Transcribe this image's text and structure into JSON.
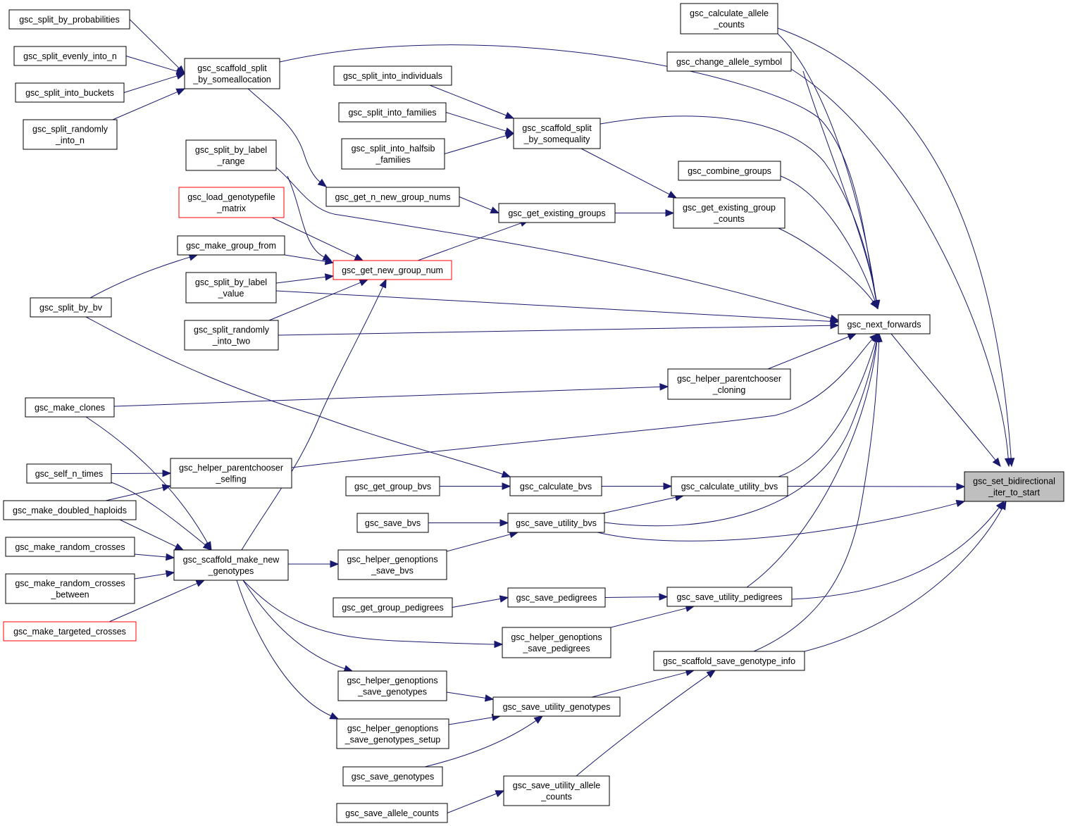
{
  "colors": {
    "edge": "#191970",
    "node_border": "#000000",
    "highlight_border": "#ff0000",
    "focus_fill": "#bfbfbf"
  },
  "nodes": {
    "n_set_bidir": {
      "lines": [
        "gsc_set_bidirectional",
        "_iter_to_start"
      ],
      "style": "focus"
    },
    "n_next_forwards": {
      "lines": [
        "gsc_next_forwards"
      ]
    },
    "n_calc_allele_counts": {
      "lines": [
        "gsc_calculate_allele",
        "_counts"
      ]
    },
    "n_change_allele_symbol": {
      "lines": [
        "gsc_change_allele_symbol"
      ]
    },
    "n_split_by_prob": {
      "lines": [
        "gsc_split_by_probabilities"
      ]
    },
    "n_split_evenly": {
      "lines": [
        "gsc_split_evenly_into_n"
      ]
    },
    "n_split_buckets": {
      "lines": [
        "gsc_split_into_buckets"
      ]
    },
    "n_split_randomly_n": {
      "lines": [
        "gsc_split_randomly",
        "_into_n"
      ]
    },
    "n_scaffold_alloc": {
      "lines": [
        "gsc_scaffold_split",
        "_by_someallocation"
      ]
    },
    "n_split_individuals": {
      "lines": [
        "gsc_split_into_individuals"
      ]
    },
    "n_split_families": {
      "lines": [
        "gsc_split_into_families"
      ]
    },
    "n_split_halfsib": {
      "lines": [
        "gsc_split_into_halfsib",
        "_families"
      ]
    },
    "n_scaffold_quality": {
      "lines": [
        "gsc_scaffold_split",
        "_by_somequality"
      ]
    },
    "n_combine_groups": {
      "lines": [
        "gsc_combine_groups"
      ]
    },
    "n_split_label_range": {
      "lines": [
        "gsc_split_by_label",
        "_range"
      ]
    },
    "n_get_n_new_nums": {
      "lines": [
        "gsc_get_n_new_group_nums"
      ]
    },
    "n_get_existing_groups": {
      "lines": [
        "gsc_get_existing_groups"
      ]
    },
    "n_get_existing_counts": {
      "lines": [
        "gsc_get_existing_group",
        "_counts"
      ]
    },
    "n_load_genotypefile": {
      "lines": [
        "gsc_load_genotypefile",
        "_matrix"
      ],
      "style": "red"
    },
    "n_make_group_from": {
      "lines": [
        "gsc_make_group_from"
      ]
    },
    "n_get_new_group_num": {
      "lines": [
        "gsc_get_new_group_num"
      ],
      "style": "red"
    },
    "n_split_label_value": {
      "lines": [
        "gsc_split_by_label",
        "_value"
      ]
    },
    "n_split_by_bv": {
      "lines": [
        "gsc_split_by_bv"
      ]
    },
    "n_split_randomly_two": {
      "lines": [
        "gsc_split_randomly",
        "_into_two"
      ]
    },
    "n_helper_cloning": {
      "lines": [
        "gsc_helper_parentchooser",
        "_cloning"
      ]
    },
    "n_make_clones": {
      "lines": [
        "gsc_make_clones"
      ]
    },
    "n_self_n_times": {
      "lines": [
        "gsc_self_n_times"
      ]
    },
    "n_helper_selfing": {
      "lines": [
        "gsc_helper_parentchooser",
        "_selfing"
      ]
    },
    "n_get_group_bvs": {
      "lines": [
        "gsc_get_group_bvs"
      ]
    },
    "n_calculate_bvs": {
      "lines": [
        "gsc_calculate_bvs"
      ]
    },
    "n_calc_utility_bvs": {
      "lines": [
        "gsc_calculate_utility_bvs"
      ]
    },
    "n_make_doubled": {
      "lines": [
        "gsc_make_doubled_haploids"
      ]
    },
    "n_save_bvs": {
      "lines": [
        "gsc_save_bvs"
      ]
    },
    "n_save_utility_bvs": {
      "lines": [
        "gsc_save_utility_bvs"
      ]
    },
    "n_make_random_crosses": {
      "lines": [
        "gsc_make_random_crosses"
      ]
    },
    "n_scaffold_make_new": {
      "lines": [
        "gsc_scaffold_make_new",
        "_genotypes"
      ]
    },
    "n_helper_save_bvs": {
      "lines": [
        "gsc_helper_genoptions",
        "_save_bvs"
      ]
    },
    "n_make_random_between": {
      "lines": [
        "gsc_make_random_crosses",
        "_between"
      ]
    },
    "n_get_group_pedigrees": {
      "lines": [
        "gsc_get_group_pedigrees"
      ]
    },
    "n_save_pedigrees": {
      "lines": [
        "gsc_save_pedigrees"
      ]
    },
    "n_save_utility_pedigrees": {
      "lines": [
        "gsc_save_utility_pedigrees"
      ]
    },
    "n_make_targeted": {
      "lines": [
        "gsc_make_targeted_crosses"
      ],
      "style": "red"
    },
    "n_helper_save_pedigrees": {
      "lines": [
        "gsc_helper_genoptions",
        "_save_pedigrees"
      ]
    },
    "n_scaffold_save_info": {
      "lines": [
        "gsc_scaffold_save_genotype_info"
      ]
    },
    "n_helper_save_genotypes": {
      "lines": [
        "gsc_helper_genoptions",
        "_save_genotypes"
      ]
    },
    "n_save_utility_genotypes": {
      "lines": [
        "gsc_save_utility_genotypes"
      ]
    },
    "n_helper_save_geno_setup": {
      "lines": [
        "gsc_helper_genoptions",
        "_save_genotypes_setup"
      ]
    },
    "n_save_genotypes": {
      "lines": [
        "gsc_save_genotypes"
      ]
    },
    "n_save_utility_allele": {
      "lines": [
        "gsc_save_utility_allele",
        "_counts"
      ]
    },
    "n_save_allele_counts": {
      "lines": [
        "gsc_save_allele_counts"
      ]
    }
  },
  "edges": [
    [
      "n_next_forwards",
      "n_set_bidir"
    ],
    [
      "n_calc_allele_counts",
      "n_set_bidir"
    ],
    [
      "n_calc_allele_counts",
      "n_next_forwards"
    ],
    [
      "n_change_allele_symbol",
      "n_set_bidir"
    ],
    [
      "n_change_allele_symbol",
      "n_next_forwards"
    ],
    [
      "n_split_by_prob",
      "n_scaffold_alloc"
    ],
    [
      "n_split_evenly",
      "n_scaffold_alloc"
    ],
    [
      "n_split_buckets",
      "n_scaffold_alloc"
    ],
    [
      "n_split_randomly_n",
      "n_scaffold_alloc"
    ],
    [
      "n_scaffold_alloc",
      "n_next_forwards"
    ],
    [
      "n_scaffold_alloc",
      "n_get_n_new_nums"
    ],
    [
      "n_split_individuals",
      "n_scaffold_quality"
    ],
    [
      "n_split_families",
      "n_scaffold_quality"
    ],
    [
      "n_split_halfsib",
      "n_scaffold_quality"
    ],
    [
      "n_scaffold_quality",
      "n_next_forwards"
    ],
    [
      "n_scaffold_quality",
      "n_get_existing_counts"
    ],
    [
      "n_combine_groups",
      "n_next_forwards"
    ],
    [
      "n_get_n_new_nums",
      "n_get_existing_groups"
    ],
    [
      "n_get_existing_groups",
      "n_get_existing_counts"
    ],
    [
      "n_get_existing_counts",
      "n_next_forwards"
    ],
    [
      "n_split_label_range",
      "n_next_forwards"
    ],
    [
      "n_split_label_range",
      "n_get_new_group_num"
    ],
    [
      "n_load_genotypefile",
      "n_get_new_group_num"
    ],
    [
      "n_make_group_from",
      "n_get_new_group_num"
    ],
    [
      "n_split_label_value",
      "n_get_new_group_num"
    ],
    [
      "n_split_label_value",
      "n_next_forwards"
    ],
    [
      "n_split_randomly_two",
      "n_get_new_group_num"
    ],
    [
      "n_split_randomly_two",
      "n_next_forwards"
    ],
    [
      "n_split_by_bv",
      "n_make_group_from"
    ],
    [
      "n_split_by_bv",
      "n_calculate_bvs"
    ],
    [
      "n_get_new_group_num",
      "n_get_existing_groups"
    ],
    [
      "n_helper_cloning",
      "n_next_forwards"
    ],
    [
      "n_make_clones",
      "n_helper_cloning"
    ],
    [
      "n_make_clones",
      "n_scaffold_make_new"
    ],
    [
      "n_helper_selfing",
      "n_next_forwards"
    ],
    [
      "n_self_n_times",
      "n_helper_selfing"
    ],
    [
      "n_self_n_times",
      "n_scaffold_make_new"
    ],
    [
      "n_make_doubled",
      "n_helper_selfing"
    ],
    [
      "n_make_doubled",
      "n_scaffold_make_new"
    ],
    [
      "n_make_random_crosses",
      "n_scaffold_make_new"
    ],
    [
      "n_make_random_between",
      "n_scaffold_make_new"
    ],
    [
      "n_make_targeted",
      "n_scaffold_make_new"
    ],
    [
      "n_scaffold_make_new",
      "n_get_new_group_num"
    ],
    [
      "n_scaffold_make_new",
      "n_helper_save_bvs"
    ],
    [
      "n_scaffold_make_new",
      "n_helper_save_pedigrees"
    ],
    [
      "n_scaffold_make_new",
      "n_helper_save_genotypes"
    ],
    [
      "n_scaffold_make_new",
      "n_helper_save_geno_setup"
    ],
    [
      "n_get_group_bvs",
      "n_calculate_bvs"
    ],
    [
      "n_calculate_bvs",
      "n_calc_utility_bvs"
    ],
    [
      "n_calc_utility_bvs",
      "n_set_bidir"
    ],
    [
      "n_calc_utility_bvs",
      "n_next_forwards"
    ],
    [
      "n_save_bvs",
      "n_save_utility_bvs"
    ],
    [
      "n_helper_save_bvs",
      "n_save_utility_bvs"
    ],
    [
      "n_save_utility_bvs",
      "n_calc_utility_bvs"
    ],
    [
      "n_save_utility_bvs",
      "n_set_bidir"
    ],
    [
      "n_save_utility_bvs",
      "n_next_forwards"
    ],
    [
      "n_get_group_pedigrees",
      "n_save_pedigrees"
    ],
    [
      "n_save_pedigrees",
      "n_save_utility_pedigrees"
    ],
    [
      "n_helper_save_pedigrees",
      "n_save_utility_pedigrees"
    ],
    [
      "n_save_utility_pedigrees",
      "n_set_bidir"
    ],
    [
      "n_save_utility_pedigrees",
      "n_next_forwards"
    ],
    [
      "n_scaffold_save_info",
      "n_set_bidir"
    ],
    [
      "n_scaffold_save_info",
      "n_next_forwards"
    ],
    [
      "n_helper_save_genotypes",
      "n_save_utility_genotypes"
    ],
    [
      "n_helper_save_geno_setup",
      "n_save_utility_genotypes"
    ],
    [
      "n_save_genotypes",
      "n_save_utility_genotypes"
    ],
    [
      "n_save_utility_genotypes",
      "n_scaffold_save_info"
    ],
    [
      "n_save_allele_counts",
      "n_save_utility_allele"
    ],
    [
      "n_save_utility_allele",
      "n_scaffold_save_info"
    ]
  ]
}
